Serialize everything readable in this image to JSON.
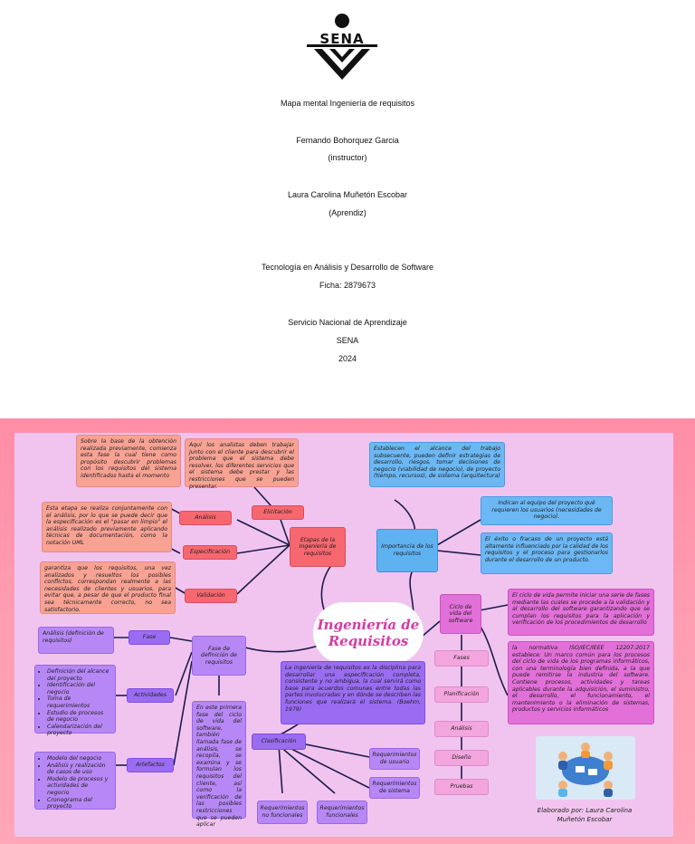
{
  "cover": {
    "logo_text": "SENA",
    "lines": [
      "Mapa mental Ingeniería de requisitos",
      "Fernando Bohorquez Garcia",
      "(instructor)",
      "Laura Carolina Muñetón Escobar",
      "(Aprendiz)",
      "Tecnología en Análisis y Desarrollo de Software",
      "Ficha: 2879673",
      "Servicio Nacional de Aprendizaje",
      "SENA",
      "2024"
    ]
  },
  "map": {
    "title_line1": "Ingeniería de",
    "title_line2": "Requisitos",
    "etapas": "Etapas de la Ingeniería de requisitos",
    "analisis": "Análisis",
    "elicitacion": "Elicitación",
    "especificacion": "Especificación",
    "validacion": "Validación",
    "note_analisis": "Sobre la base de la obtención realizada previamente, comienza esta fase la cual tiene como propósito descubrir problemas con los requisitos del sistema identificados hasta el momento",
    "note_elicitacion": "Aquí los analistas deben trabajar junto con el cliente para descubrir el problema que el sistema debe resolver, los diferentes servicios que el sistema debe prestar y las restricciones que se pueden presentar.",
    "note_especificacion": "Esta etapa se realiza conjuntamente con el análisis, por lo que se puede decir que la especificación es el \"pasar en limpio\" el análisis realizado previamente aplicando técnicas de documentación, como la notación UML",
    "note_validacion": "garantiza que los requisitos, una vez analizados y resueltos los posibles conflictos, correspondan realmente a las necesidades de clientes y usuarios, para evitar que, a pesar de que el producto final sea técnicamente correcto, no sea satisfactorio.",
    "importancia": "Importancia de los requisitos",
    "note_imp1": "Establecen el alcance del trabajo subsecuente, pueden definir estrategias de desarrollo, riesgos, tomar decisiones de negocio (viabilidad de negocio), de proyecto (tiempo, recursos), de sistema (arquitectura)",
    "note_imp2": "Indican al equipo del proyecto qué requieren los usuarios (necesidades de negocio).",
    "note_imp3": "El éxito o fracaso de un proyecto está altamente influenciado por la calidad de los requisitos y el proceso para gestionarlos durante el desarrollo de un producto.",
    "ciclo": "Ciclo de vida del software",
    "note_ciclo1": "El ciclo de vida permite iniciar una serie de fases mediante las cuales se procede a la validación y al desarrollo del software garantizando que se cumplan los requisitos para la aplicación y verificación de los procedimientos de desarrollo",
    "note_ciclo2": "la normativa ISO/IEC/IEEE 12207:2017 establece: Un marco común para los procesos del ciclo de vida de los programas informáticos, con una terminología bien definida, a la que puede remitirse la industria del software. Contiene procesos, actividades y tareas aplicables durante la adquisición, el suministro, el desarrollo, el funcionamiento, el mantenimiento o la eliminación de sistemas, productos y servicios informáticos",
    "fases": "Fases",
    "planificacion": "Planificación",
    "analisis2": "Análisis",
    "diseno": "Diseño",
    "pruebas": "Pruebas",
    "definicion_text": "La ingeniería de requisitos es la disciplina para desarrollar una especificación completa, consistente y no ambigua, la cual servirá como base para acuerdos comunes entre todas las partes involucradas y en dónde se describen las funciones que realizará el sistema. (Boehm, 1979)",
    "fase_def": "Fase de definición de requisitos",
    "note_fase_def": "En este primera fase del ciclo de vida del software, también llamada fase de análisis, se recopila, se examina y se formulan los requisitos del cliente, así como la verificación de las posibles restricciones que se pueden aplicar",
    "fase": "Fase",
    "actividades": "Actividades",
    "artefactos": "Artefactos",
    "note_fase": "Análisis (definición de requisitos)",
    "actividades_list": [
      "Definición del alcance del proyecto",
      "Identificación del negocio",
      "Toma de requerimientos",
      "Estudio de procesos de negocio",
      "Calendarización del proyecto"
    ],
    "artefactos_list": [
      "Modelo del negocio",
      "Análisis y realización de casos de uso",
      "Modelo de procesos y actividades de negocio",
      "Cronograma del proyecto"
    ],
    "clasificacion": "Clasificación",
    "req_usuario": "Requerimientos de usuario",
    "req_sistema": "Requerimientos de sistema",
    "req_no_func": "Requerimientos no funcionales",
    "req_func": "Requerimientos funcionales",
    "credit_line1": "Elaborado por: Laura Carolina",
    "credit_line2": "Muñetón Escobar"
  },
  "colors": {
    "map_frame": "#ff9eb2",
    "canvas": "#f1c4ef",
    "title": "#d63aa8",
    "link": "#1c1c4a"
  }
}
